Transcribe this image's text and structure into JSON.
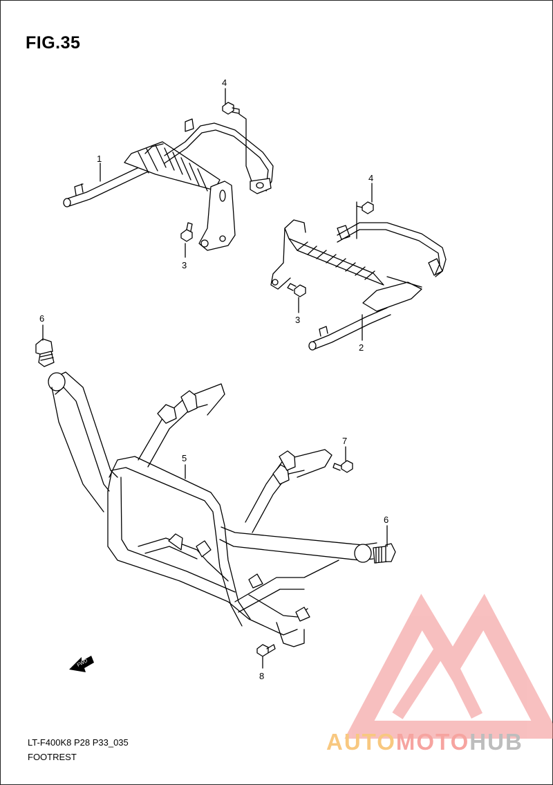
{
  "figure": {
    "title": "FIG.35"
  },
  "footer": {
    "code": "LT-F400K8 P28 P33_035",
    "caption": "FOOTREST"
  },
  "callouts": [
    "1",
    "2",
    "3",
    "3",
    "4",
    "4",
    "5",
    "6",
    "6",
    "7",
    "8"
  ],
  "fwd_arrow": {
    "label": "FWD"
  },
  "watermark": {
    "part_a": "AUTO",
    "part_b": "MOTO",
    "part_c": "HUB",
    "colors": {
      "triangle": "#f28c8c",
      "auto": "#f8c880",
      "moto": "#f6a4a0",
      "hub": "#bdbdbd"
    }
  },
  "colors": {
    "line": "#000000",
    "background": "#ffffff"
  }
}
